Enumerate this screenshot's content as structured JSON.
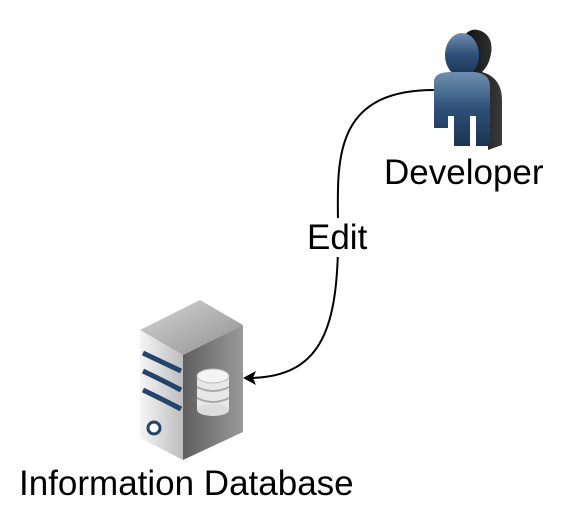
{
  "nodes": {
    "developer": {
      "label": "Developer",
      "icon": "user-icon"
    },
    "database": {
      "label": "Information Database",
      "icon": "database-server-icon"
    }
  },
  "edges": [
    {
      "from": "developer",
      "to": "database",
      "label": "Edit"
    }
  ],
  "colors": {
    "user_body": "#2b4a6b",
    "user_shadow": "#1c1c1c",
    "server_body": "#8a8a8a",
    "server_stripes": "#23446e",
    "line": "#000000"
  }
}
